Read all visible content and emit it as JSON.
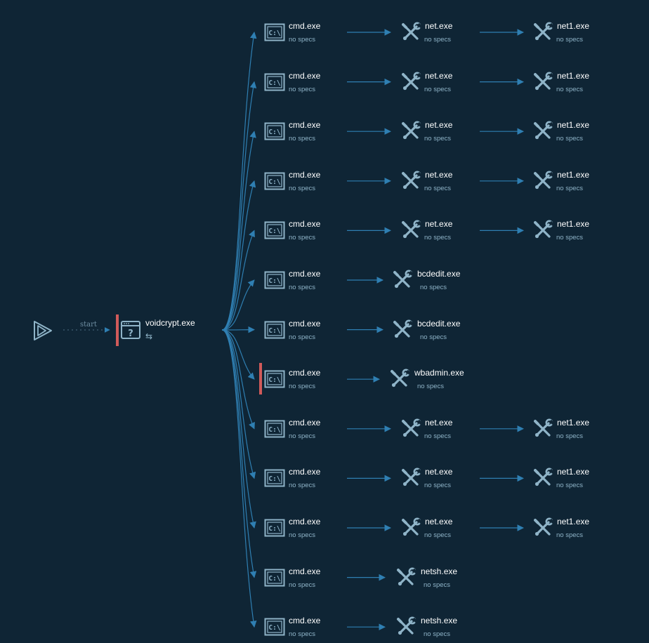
{
  "root": {
    "start_label": "start",
    "name": "voidcrypt.exe",
    "swap_glyph": "⇆",
    "icon": "unknown-window-icon",
    "flagged": true
  },
  "sub_label": "no specs",
  "colors": {
    "background": "#0f2535",
    "edge": "#2f7fb2",
    "icon": "#8fb4c8",
    "flag": "#d05a5a",
    "text": "#ffffff"
  },
  "rows": [
    {
      "flagged": false,
      "chain": [
        {
          "name": "cmd.exe",
          "icon": "cmd-icon"
        },
        {
          "name": "net.exe",
          "icon": "tools-icon"
        },
        {
          "name": "net1.exe",
          "icon": "tools-icon"
        }
      ]
    },
    {
      "flagged": false,
      "chain": [
        {
          "name": "cmd.exe",
          "icon": "cmd-icon"
        },
        {
          "name": "net.exe",
          "icon": "tools-icon"
        },
        {
          "name": "net1.exe",
          "icon": "tools-icon"
        }
      ]
    },
    {
      "flagged": false,
      "chain": [
        {
          "name": "cmd.exe",
          "icon": "cmd-icon"
        },
        {
          "name": "net.exe",
          "icon": "tools-icon"
        },
        {
          "name": "net1.exe",
          "icon": "tools-icon"
        }
      ]
    },
    {
      "flagged": false,
      "chain": [
        {
          "name": "cmd.exe",
          "icon": "cmd-icon"
        },
        {
          "name": "net.exe",
          "icon": "tools-icon"
        },
        {
          "name": "net1.exe",
          "icon": "tools-icon"
        }
      ]
    },
    {
      "flagged": false,
      "chain": [
        {
          "name": "cmd.exe",
          "icon": "cmd-icon"
        },
        {
          "name": "net.exe",
          "icon": "tools-icon"
        },
        {
          "name": "net1.exe",
          "icon": "tools-icon"
        }
      ]
    },
    {
      "flagged": false,
      "chain": [
        {
          "name": "cmd.exe",
          "icon": "cmd-icon"
        },
        {
          "name": "bcdedit.exe",
          "icon": "tools-icon"
        }
      ]
    },
    {
      "flagged": false,
      "chain": [
        {
          "name": "cmd.exe",
          "icon": "cmd-icon"
        },
        {
          "name": "bcdedit.exe",
          "icon": "tools-icon"
        }
      ]
    },
    {
      "flagged": true,
      "chain": [
        {
          "name": "cmd.exe",
          "icon": "cmd-icon"
        },
        {
          "name": "wbadmin.exe",
          "icon": "tools-icon"
        }
      ]
    },
    {
      "flagged": false,
      "chain": [
        {
          "name": "cmd.exe",
          "icon": "cmd-icon"
        },
        {
          "name": "net.exe",
          "icon": "tools-icon"
        },
        {
          "name": "net1.exe",
          "icon": "tools-icon"
        }
      ]
    },
    {
      "flagged": false,
      "chain": [
        {
          "name": "cmd.exe",
          "icon": "cmd-icon"
        },
        {
          "name": "net.exe",
          "icon": "tools-icon"
        },
        {
          "name": "net1.exe",
          "icon": "tools-icon"
        }
      ]
    },
    {
      "flagged": false,
      "chain": [
        {
          "name": "cmd.exe",
          "icon": "cmd-icon"
        },
        {
          "name": "net.exe",
          "icon": "tools-icon"
        },
        {
          "name": "net1.exe",
          "icon": "tools-icon"
        }
      ]
    },
    {
      "flagged": false,
      "chain": [
        {
          "name": "cmd.exe",
          "icon": "cmd-icon"
        },
        {
          "name": "netsh.exe",
          "icon": "tools-icon"
        }
      ]
    },
    {
      "flagged": false,
      "chain": [
        {
          "name": "cmd.exe",
          "icon": "cmd-icon"
        },
        {
          "name": "netsh.exe",
          "icon": "tools-icon"
        }
      ]
    }
  ]
}
